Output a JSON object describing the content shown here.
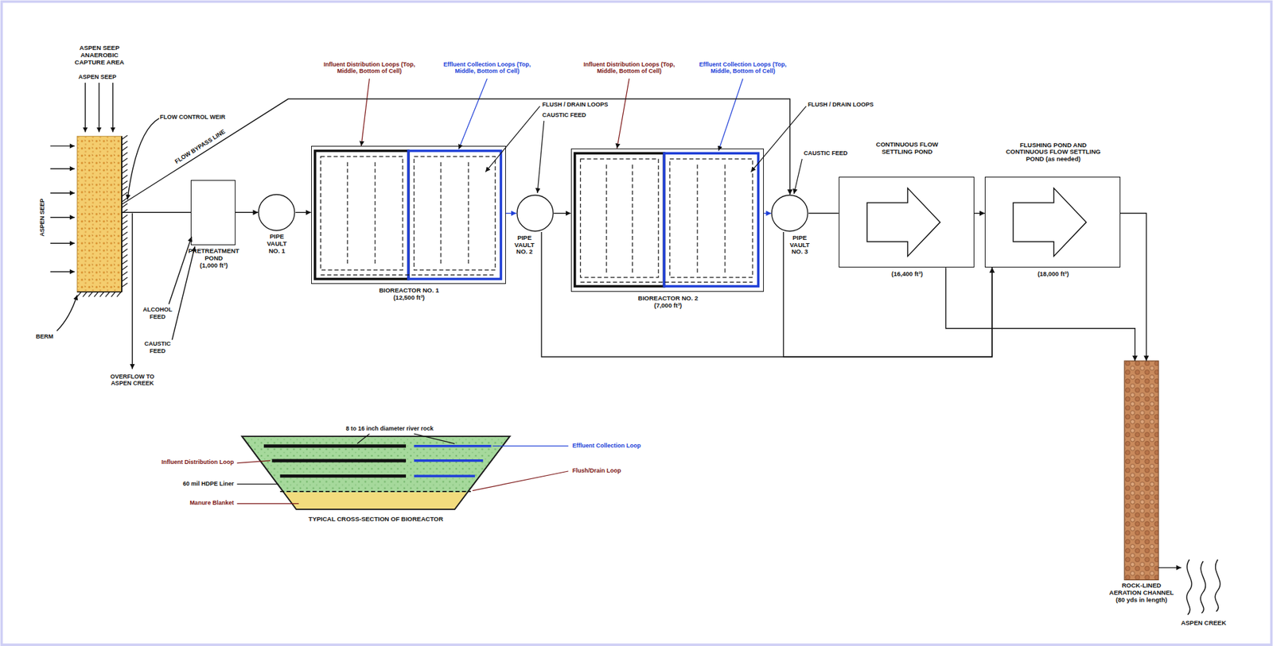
{
  "diagram": {
    "nodes": [
      {
        "text": [
          "ASPEN SEEP ANAEROBIC CAPTURE AREA"
        ]
      },
      {
        "text": [
          "PRETREATMENT POND",
          "(1,000 ft³)"
        ]
      },
      {
        "text": [
          "PIPE VAULT NO. 1"
        ]
      },
      {
        "text": [
          "BIOREACTOR NO. 1",
          "(12,500 ft³)"
        ]
      },
      {
        "text": [
          "PIPE VAULT NO. 2"
        ]
      },
      {
        "text": [
          "BIOREACTOR NO. 2",
          "(7,000 ft³)"
        ]
      },
      {
        "text": [
          "PIPE VAULT NO. 3"
        ]
      },
      {
        "text": [
          "CONTINUOUS FLOW SETTLING POND",
          "(16,400 ft³)"
        ]
      },
      {
        "text": [
          "FLUSHING POND AND CONTINUOUS FLOW SETTLING POND (as needed)",
          "(18,000 ft³)"
        ]
      },
      {
        "text": [
          "ROCK-LINED AERATION CHANNEL (80 yds in length)"
        ]
      },
      {
        "text": [
          "ASPEN CREEK"
        ]
      },
      {
        "text": [
          "TYPICAL CROSS-SECTION OF BIOREACTOR"
        ]
      }
    ],
    "edges": [
      {
        "from": 0,
        "to": 1,
        "arrow": "none"
      },
      {
        "from": 1,
        "to": 2,
        "arrow": "to"
      },
      {
        "from": 2,
        "to": 3,
        "arrow": "to"
      },
      {
        "from": 3,
        "to": 4,
        "arrow": "to"
      },
      {
        "from": 4,
        "to": 5,
        "arrow": "to"
      },
      {
        "from": 5,
        "to": 6,
        "arrow": "to"
      },
      {
        "from": 6,
        "to": 7,
        "arrow": "none"
      },
      {
        "from": 7,
        "to": 8,
        "arrow": "to"
      },
      {
        "from": 8,
        "to": 9,
        "arrow": "to"
      },
      {
        "from": 7,
        "to": 9,
        "arrow": "to"
      },
      {
        "from": 4,
        "to": 8,
        "arrow": "to"
      },
      {
        "from": 6,
        "to": 8,
        "arrow": "to"
      },
      {
        "from": 0,
        "to": 6,
        "arrow": "to",
        "label": "FLOW BYPASS LINE"
      },
      {
        "from": 9,
        "to": 10,
        "arrow": "to"
      }
    ],
    "labels": [
      "ASPEN SEEP",
      "ASPEN SEEP",
      "FLOW CONTROL WEIR",
      "BERM",
      "OVERFLOW TO ASPEN CREEK",
      "CAUSTIC FEED",
      "ALCOHOL FEED",
      "Influent Distribution Loops (Top, Middle, Bottom of Cell)",
      "Effluent Collection Loops (Top, Middle, Bottom of Cell)",
      "FLUSH / DRAIN LOOPS",
      "CAUSTIC FEED",
      "Influent Distribution Loops (Top, Middle, Bottom of Cell)",
      "Effluent Collection Loops (Top, Middle, Bottom of Cell)",
      "FLUSH / DRAIN LOOPS",
      "CAUSTIC FEED",
      "8 to 16 inch diameter river rock",
      "Effluent Collection Loop",
      "Influent Distribution Loop",
      "Flush/Drain Loop",
      "60 mil HDPE Liner",
      "Manure Blanket"
    ]
  }
}
